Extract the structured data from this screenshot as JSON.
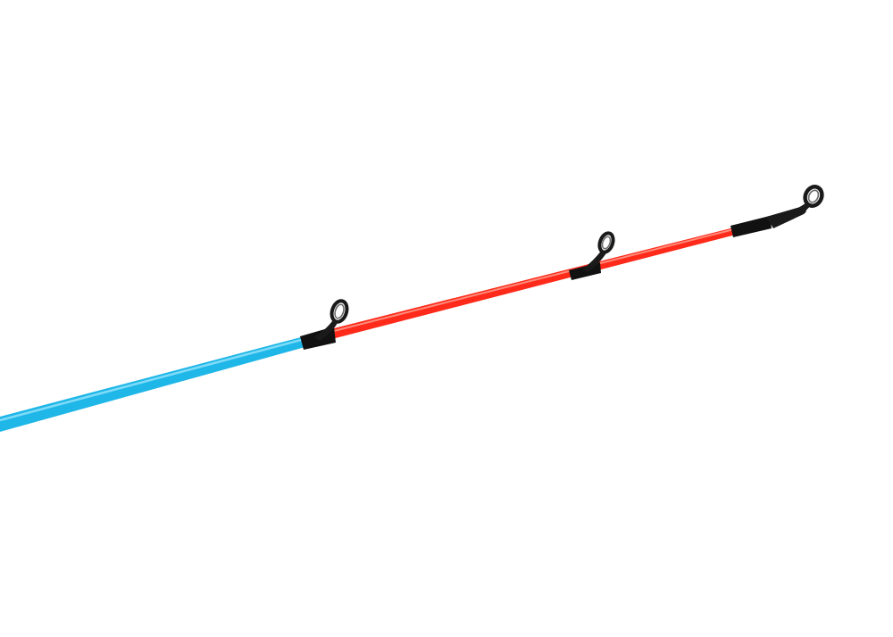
{
  "scene": {
    "subject": "fishing-rod-tip-section",
    "background_color": "#ffffff"
  },
  "colors": {
    "butt_blank": "#1fb6e8",
    "butt_blank_highlight": "#7fdcf8",
    "butt_blank_shadow": "#0b86c0",
    "tip_blank": "#ff2a1a",
    "tip_blank_highlight": "#ff8a7a",
    "tip_blank_shadow": "#c8180c",
    "wraps": "#111111",
    "guide_frame": "#1a1a1a",
    "guide_ring": "#6b6b6b"
  },
  "components": {
    "guides": [
      {
        "name": "first-guide",
        "kind": "single-foot-guide"
      },
      {
        "name": "middle-guide",
        "kind": "single-foot-guide"
      },
      {
        "name": "tip-top-guide",
        "kind": "tip-top"
      }
    ]
  }
}
